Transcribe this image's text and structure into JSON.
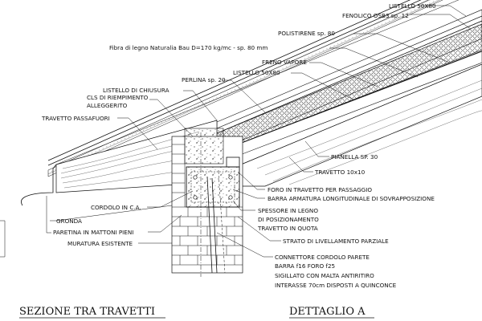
{
  "labels": {
    "listello_top": "LISTELLO 50X80",
    "fenolico": "FENOLICO OSB3 sp. 12",
    "polistirene": "POLISTIRENE sp. 80",
    "fibra": "Fibra di legno Naturalia Bau D=170 kg/mc - sp. 80 mm",
    "freno_vapore": "FRENO VAPORE",
    "listello_mid": "LISTELLO 50X80",
    "perlina": "PERLINA sp. 20",
    "listello_chiusura": "LISTELLO DI CHIUSURA",
    "cls_line1": "CLS DI RIEMPIMENTO",
    "cls_line2": "ALLEGGERITO",
    "travetto_passafuori": "TRAVETTO PASSAFUORI",
    "pianella": "PIANELLA SP. 30",
    "travetto": "TRAVETTO 10x10",
    "foro": "FORO IN TRAVETTO PER PASSAGGIO",
    "barra": "BARRA ARMATURA LONGITUDINALE DI SOVRAPPOSIZIONE",
    "cordolo": "CORDOLO IN C.A.",
    "spessore_line1": "SPESSORE IN LEGNO",
    "spessore_line2": "DI POSIZIONAMENTO",
    "spessore_line3": "TRAVETTO IN QUOTA",
    "gronda": "GRONDA",
    "paretina": "PARETINA IN MATTONI PIENI",
    "strato": "STRATO DI LIVELLAMENTO PARZIALE",
    "muratura": "MURATURA ESISTENTE",
    "connettore_line1": "CONNETTORE CORDOLO PARETE",
    "connettore_line2": "BARRA f16 FORO f25",
    "connettore_line3": "SIGILLATO CON MALTA ANTIRITIRO",
    "connettore_line4": "INTERASSE 70cm DISPOSTI A QUINCONCE"
  },
  "titles": {
    "left": "SEZIONE TRA TRAVETTI",
    "right": "DETTAGLIO A"
  }
}
